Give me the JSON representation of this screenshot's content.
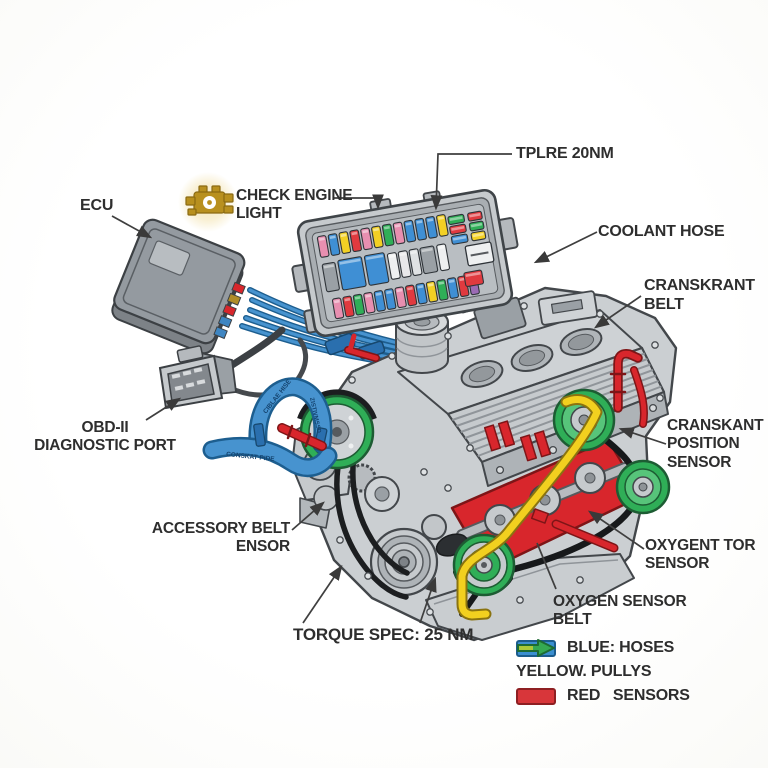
{
  "labels": {
    "ecu": "ECU",
    "check_engine": "CHECK ENGINE\nLIGHT",
    "fuse_torque": "TPLRE 20NM",
    "coolant_hose": "COOLANT HOSE",
    "crankshaft_belt": "CRANSKRANT\nBELT",
    "crank_position_sensor": "CRANSKANT\nPOSITION\nSENSOR",
    "oxygen_tor_sensor": "OXYGENT TOR\nSENSOR",
    "oxygen_sensor_belt": "OXYGEN SENSOR\nBELT",
    "torque_spec": "TORQUE SPEC: 25 NM",
    "accessory_belt": "ACCESSORY BELT\nENSOR",
    "obd_port": "OBD-II\nDIAGNOSTIC PORT"
  },
  "hose_markings": {
    "arch_top": "CIBLAE HISE",
    "arch_side": "ZISTIVMSSD",
    "lower": "CONSKAT PIDE"
  },
  "legend": {
    "items": [
      {
        "swatch": "blue-rect",
        "label": "BLUE: HOSES",
        "color": "#3b8fd0"
      },
      {
        "swatch": "green-arrow",
        "label": "YELLOW. PULLYS",
        "color": "#35a952"
      },
      {
        "swatch": "red-rect",
        "label": "RED   SENSORS",
        "color": "#d8363a"
      }
    ]
  },
  "colors": {
    "hose_blue": "#4793cf",
    "belt_yellow": "#f2d01f",
    "pulley_green": "#2fae57",
    "sensor_red": "#d8262c",
    "warning_amber": "#b8901f",
    "engine_gray": "#cbcfd2",
    "outline": "#43474b"
  }
}
